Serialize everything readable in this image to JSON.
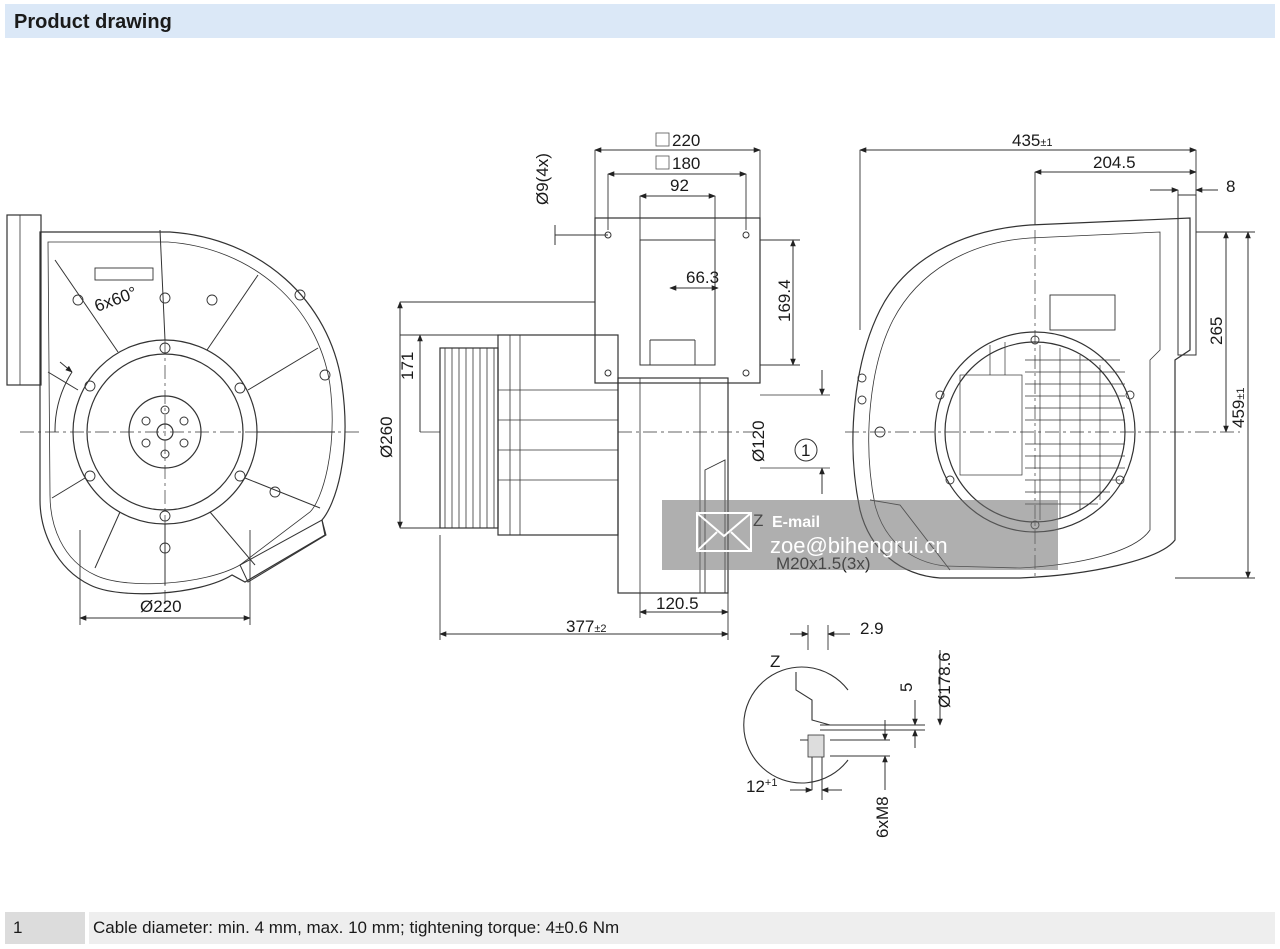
{
  "header": {
    "title": "Product drawing"
  },
  "dimensions": {
    "angle": "6x60°",
    "dia220": "Ø220",
    "sq220": "220",
    "sq180": "180",
    "d92": "92",
    "d66": "66.3",
    "d1694": "169.4",
    "hole": "Ø9(4x)",
    "d171": "171",
    "dia260": "Ø260",
    "dia120": "Ø120",
    "d1205": "120.5",
    "d377": "377",
    "d377tol": "±2",
    "d435": "435",
    "d435tol": "±1",
    "d2045": "204.5",
    "d8": "8",
    "d265": "265",
    "d459": "459",
    "d459tol": "±1",
    "thread": "M20x1.5(3x)",
    "detailZ": "Z",
    "detailZ2": "Z",
    "d29": "2.9",
    "d5": "5",
    "dia1786": "Ø178.6",
    "d12": "12",
    "d12tol": "+1",
    "m8": "6xM8",
    "marker1": "1"
  },
  "watermark": {
    "label": "E-mail",
    "email": "zoe@bihengrui.cn"
  },
  "notes": [
    {
      "num": "1",
      "text": "Cable diameter: min. 4 mm, max. 10 mm; tightening torque: 4±0.6 Nm"
    }
  ],
  "colors": {
    "header_bg": "#dbe8f7",
    "line": "#333333",
    "watermark_bg": "#6e6e6e"
  }
}
